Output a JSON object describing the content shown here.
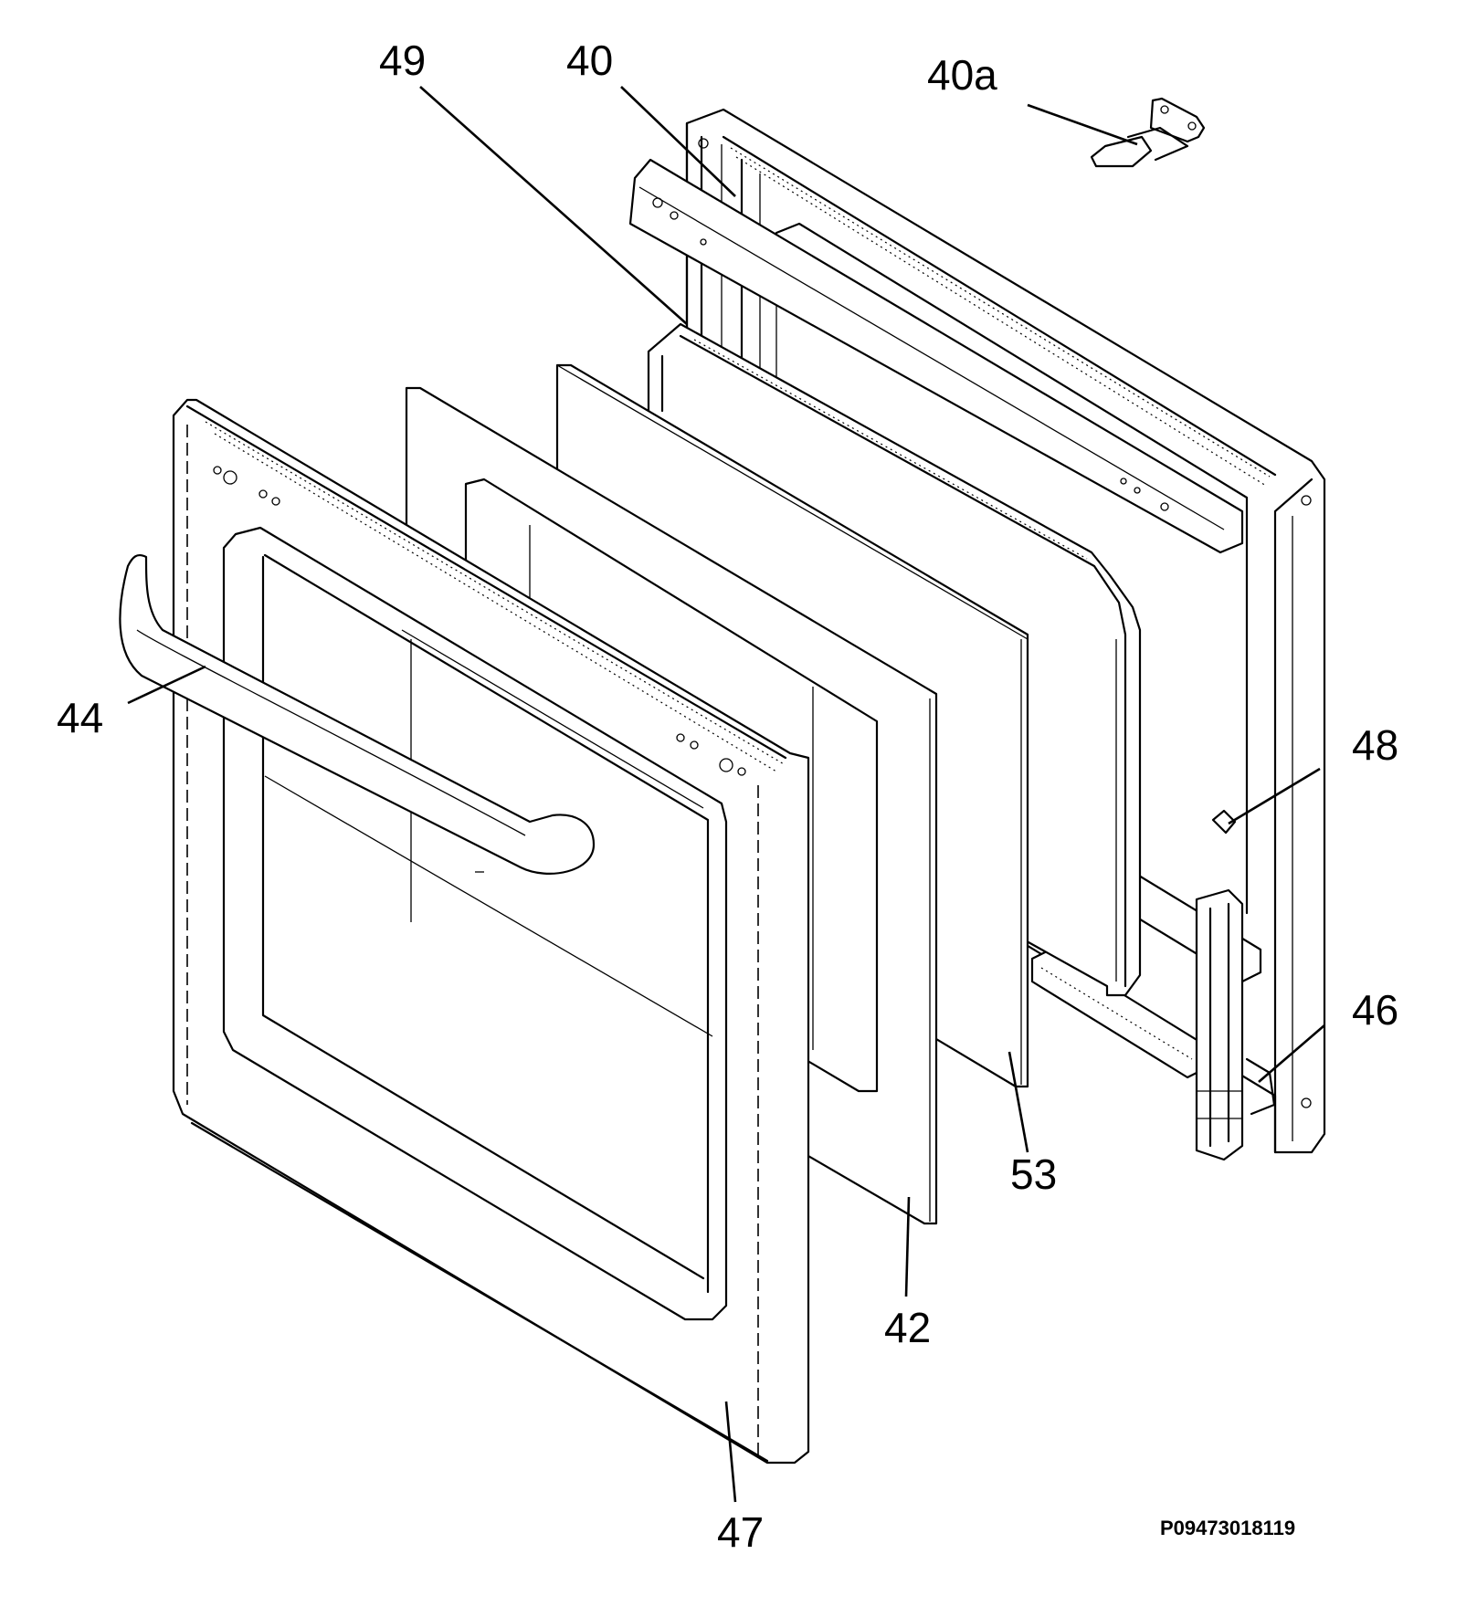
{
  "diagram": {
    "part_labels": [
      "49",
      "40",
      "40a",
      "44",
      "48",
      "46",
      "53",
      "42",
      "47"
    ],
    "code": "P09473018119"
  }
}
